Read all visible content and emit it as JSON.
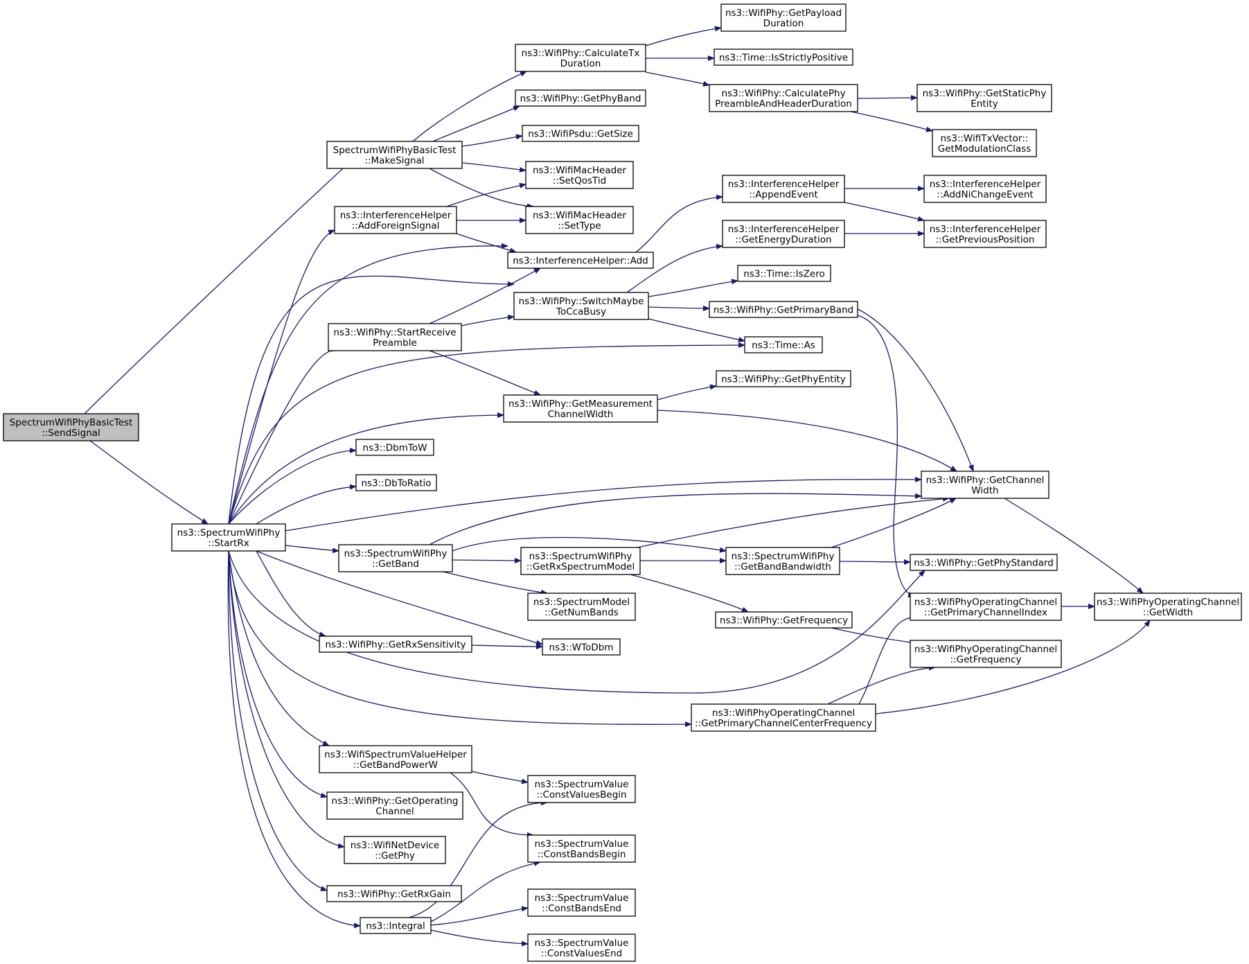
{
  "graph": {
    "edge_color": "#191970",
    "node_fill": "#ffffff",
    "root_fill": "#bfbfbf",
    "truncated_border": "#ff0000",
    "normal_border": "#000000",
    "nodes": [
      {
        "id": "send",
        "lines": [
          "SpectrumWifiPhyBasicTest",
          "::SendSignal"
        ],
        "root": true
      },
      {
        "id": "makesig",
        "lines": [
          "SpectrumWifiPhyBasicTest",
          "::MakeSignal"
        ]
      },
      {
        "id": "startrx",
        "lines": [
          "ns3::SpectrumWifiPhy",
          "::StartRx"
        ]
      },
      {
        "id": "calctx",
        "lines": [
          "ns3::WifiPhy::CalculateTx",
          "Duration"
        ]
      },
      {
        "id": "getphyband",
        "lines": [
          "ns3::WifiPhy::GetPhyBand"
        ]
      },
      {
        "id": "psdusize",
        "lines": [
          "ns3::WifiPsdu::GetSize"
        ]
      },
      {
        "id": "setqos",
        "lines": [
          "ns3::WifiMacHeader",
          "::SetQosTid"
        ]
      },
      {
        "id": "settype",
        "lines": [
          "ns3::WifiMacHeader",
          "::SetType"
        ]
      },
      {
        "id": "payload",
        "lines": [
          "ns3::WifiPhy::GetPayload",
          "Duration"
        ]
      },
      {
        "id": "strictpos",
        "lines": [
          "ns3::Time::IsStrictlyPositive"
        ]
      },
      {
        "id": "preamble",
        "lines": [
          "ns3::WifiPhy::CalculatePhy",
          "PreambleAndHeaderDuration"
        ]
      },
      {
        "id": "staticphy",
        "lines": [
          "ns3::WifiPhy::GetStaticPhy",
          "Entity"
        ]
      },
      {
        "id": "modclass",
        "lines": [
          "ns3::WifiTxVector::",
          "GetModulationClass"
        ],
        "truncated": true
      },
      {
        "id": "addforeign",
        "lines": [
          "ns3::InterferenceHelper",
          "::AddForeignSignal"
        ]
      },
      {
        "id": "ihadd",
        "lines": [
          "ns3::InterferenceHelper::Add"
        ]
      },
      {
        "id": "appendevent",
        "lines": [
          "ns3::InterferenceHelper",
          "::AppendEvent"
        ]
      },
      {
        "id": "addni",
        "lines": [
          "ns3::InterferenceHelper",
          "::AddNiChangeEvent"
        ],
        "truncated": true
      },
      {
        "id": "prevpos",
        "lines": [
          "ns3::InterferenceHelper",
          "::GetPreviousPosition"
        ],
        "truncated": true
      },
      {
        "id": "energydur",
        "lines": [
          "ns3::InterferenceHelper",
          "::GetEnergyDuration"
        ],
        "truncated": true
      },
      {
        "id": "switchcca",
        "lines": [
          "ns3::WifiPhy::SwitchMaybe",
          "ToCcaBusy"
        ]
      },
      {
        "id": "iszero",
        "lines": [
          "ns3::Time::IsZero"
        ]
      },
      {
        "id": "primband",
        "lines": [
          "ns3::WifiPhy::GetPrimaryBand"
        ],
        "truncated": true
      },
      {
        "id": "timeas",
        "lines": [
          "ns3::Time::As"
        ]
      },
      {
        "id": "startpre",
        "lines": [
          "ns3::WifiPhy::StartReceive",
          "Preamble"
        ]
      },
      {
        "id": "measwidth",
        "lines": [
          "ns3::WifiPhy::GetMeasurement",
          "ChannelWidth"
        ]
      },
      {
        "id": "phyentity",
        "lines": [
          "ns3::WifiPhy::GetPhyEntity"
        ]
      },
      {
        "id": "chwidth",
        "lines": [
          "ns3::WifiPhy::GetChannel",
          "Width"
        ]
      },
      {
        "id": "dbmtow",
        "lines": [
          "ns3::DbmToW"
        ]
      },
      {
        "id": "dbtoratio",
        "lines": [
          "ns3::DbToRatio"
        ]
      },
      {
        "id": "getband",
        "lines": [
          "ns3::SpectrumWifiPhy",
          "::GetBand"
        ]
      },
      {
        "id": "rxspec",
        "lines": [
          "ns3::SpectrumWifiPhy",
          "::GetRxSpectrumModel"
        ],
        "truncated": true
      },
      {
        "id": "bandbw",
        "lines": [
          "ns3::SpectrumWifiPhy",
          "::GetBandBandwidth"
        ]
      },
      {
        "id": "physt",
        "lines": [
          "ns3::WifiPhy::GetPhyStandard"
        ]
      },
      {
        "id": "numbands",
        "lines": [
          "ns3::SpectrumModel",
          "::GetNumBands"
        ]
      },
      {
        "id": "primidx",
        "lines": [
          "ns3::WifiPhyOperatingChannel",
          "::GetPrimaryChannelIndex"
        ]
      },
      {
        "id": "opwidth",
        "lines": [
          "ns3::WifiPhyOperatingChannel",
          "::GetWidth"
        ],
        "truncated": true
      },
      {
        "id": "getfreq",
        "lines": [
          "ns3::WifiPhy::GetFrequency"
        ]
      },
      {
        "id": "opfreq",
        "lines": [
          "ns3::WifiPhyOperatingChannel",
          "::GetFrequency"
        ],
        "truncated": true
      },
      {
        "id": "rxsens",
        "lines": [
          "ns3::WifiPhy::GetRxSensitivity"
        ]
      },
      {
        "id": "wtodbm",
        "lines": [
          "ns3::WToDbm"
        ]
      },
      {
        "id": "primcenter",
        "lines": [
          "ns3::WifiPhyOperatingChannel",
          "::GetPrimaryChannelCenterFrequency"
        ]
      },
      {
        "id": "bandpower",
        "lines": [
          "ns3::WifiSpectrumValueHelper",
          "::GetBandPowerW"
        ]
      },
      {
        "id": "getopch",
        "lines": [
          "ns3::WifiPhy::GetOperating",
          "Channel"
        ]
      },
      {
        "id": "netdevphy",
        "lines": [
          "ns3::WifiNetDevice",
          "::GetPhy"
        ]
      },
      {
        "id": "rxgain",
        "lines": [
          "ns3::WifiPhy::GetRxGain"
        ]
      },
      {
        "id": "integral",
        "lines": [
          "ns3::Integral"
        ]
      },
      {
        "id": "cvbegin",
        "lines": [
          "ns3::SpectrumValue",
          "::ConstValuesBegin"
        ]
      },
      {
        "id": "cbbegin",
        "lines": [
          "ns3::SpectrumValue",
          "::ConstBandsBegin"
        ],
        "truncated": true
      },
      {
        "id": "cbend",
        "lines": [
          "ns3::SpectrumValue",
          "::ConstBandsEnd"
        ],
        "truncated": true
      },
      {
        "id": "cvend",
        "lines": [
          "ns3::SpectrumValue",
          "::ConstValuesEnd"
        ]
      }
    ]
  }
}
